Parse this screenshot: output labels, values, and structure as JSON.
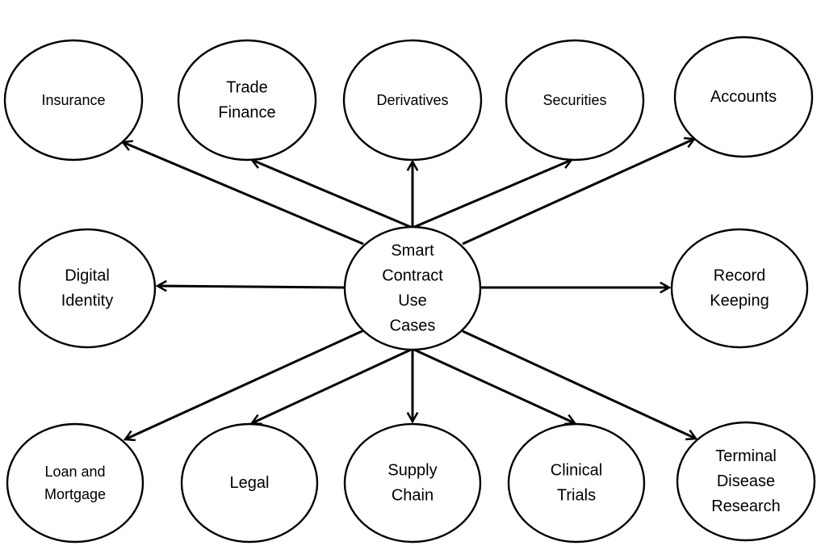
{
  "center": {
    "lines": [
      "Smart",
      "Contract",
      "Use",
      "Cases"
    ]
  },
  "nodes": [
    {
      "id": "insurance",
      "lines": [
        "Insurance"
      ]
    },
    {
      "id": "trade-finance",
      "lines": [
        "Trade",
        "Finance"
      ]
    },
    {
      "id": "derivatives",
      "lines": [
        "Derivatives"
      ]
    },
    {
      "id": "securities",
      "lines": [
        "Securities"
      ]
    },
    {
      "id": "accounts",
      "lines": [
        "Accounts"
      ]
    },
    {
      "id": "digital-identity",
      "lines": [
        "Digital",
        "Identity"
      ]
    },
    {
      "id": "record-keeping",
      "lines": [
        "Record",
        "Keeping"
      ]
    },
    {
      "id": "loan-and-mortgage",
      "lines": [
        "Loan and",
        "Mortgage"
      ]
    },
    {
      "id": "legal",
      "lines": [
        "Legal"
      ]
    },
    {
      "id": "supply-chain",
      "lines": [
        "Supply",
        "Chain"
      ]
    },
    {
      "id": "clinical-trials",
      "lines": [
        "Clinical",
        "Trials"
      ]
    },
    {
      "id": "terminal-disease-research",
      "lines": [
        "Terminal",
        "Disease",
        "Research"
      ]
    }
  ],
  "edges": [
    {
      "from": "center",
      "to": "insurance"
    },
    {
      "from": "center",
      "to": "trade-finance"
    },
    {
      "from": "center",
      "to": "derivatives"
    },
    {
      "from": "center",
      "to": "securities"
    },
    {
      "from": "center",
      "to": "accounts"
    },
    {
      "from": "center",
      "to": "digital-identity"
    },
    {
      "from": "center",
      "to": "record-keeping"
    },
    {
      "from": "center",
      "to": "loan-and-mortgage"
    },
    {
      "from": "center",
      "to": "legal"
    },
    {
      "from": "center",
      "to": "supply-chain"
    },
    {
      "from": "center",
      "to": "clinical-trials"
    },
    {
      "from": "center",
      "to": "terminal-disease-research"
    }
  ],
  "colors": {
    "stroke": "#000000",
    "fill": "#ffffff",
    "text": "#000000"
  }
}
